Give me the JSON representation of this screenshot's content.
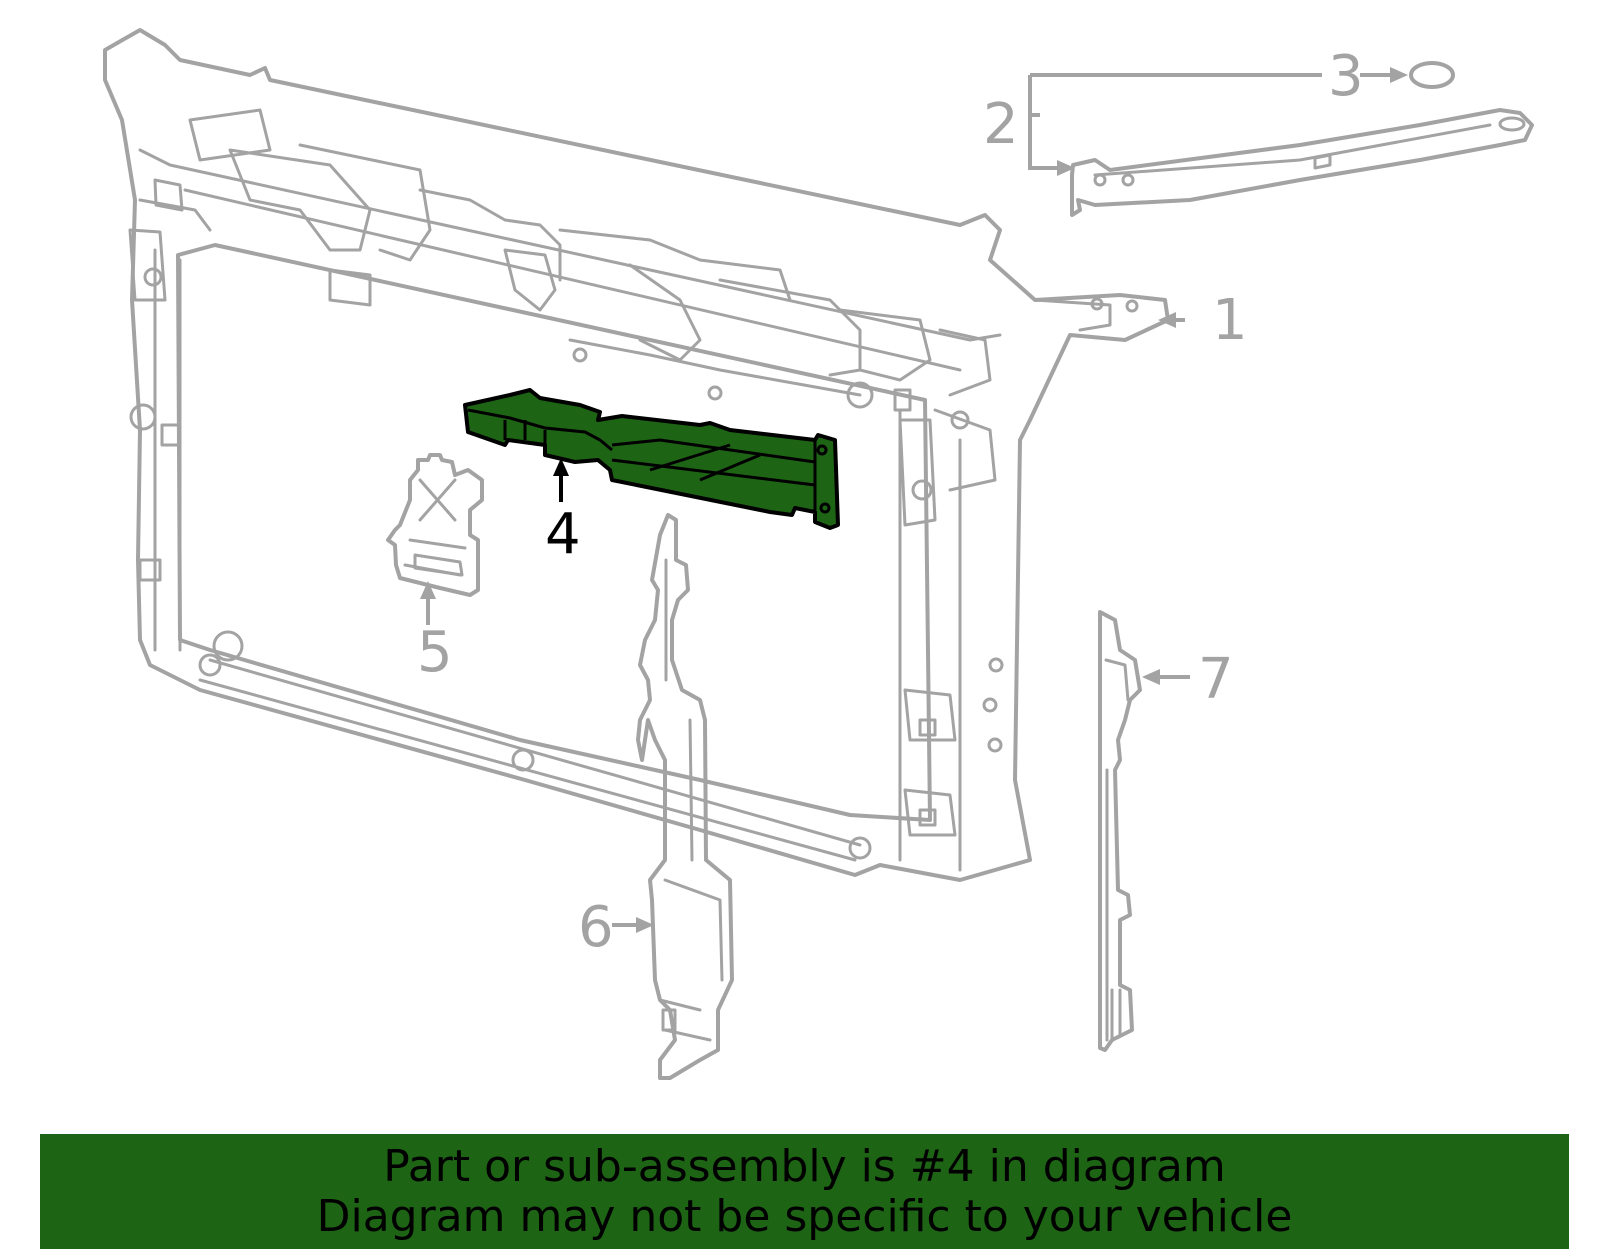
{
  "diagram": {
    "callouts": [
      {
        "id": "1",
        "label": "1"
      },
      {
        "id": "2",
        "label": "2"
      },
      {
        "id": "3",
        "label": "3"
      },
      {
        "id": "4",
        "label": "4",
        "highlighted": true
      },
      {
        "id": "5",
        "label": "5"
      },
      {
        "id": "6",
        "label": "6"
      },
      {
        "id": "7",
        "label": "7"
      }
    ],
    "colors": {
      "outline": "#a3a3a3",
      "highlight_fill": "#1e6415",
      "highlight_outline": "#000000"
    }
  },
  "banner": {
    "line1": "Part or sub-assembly is #4 in diagram",
    "line2": "Diagram may not be specific to your vehicle",
    "background": "#1e6415",
    "text_color": "#000000"
  }
}
